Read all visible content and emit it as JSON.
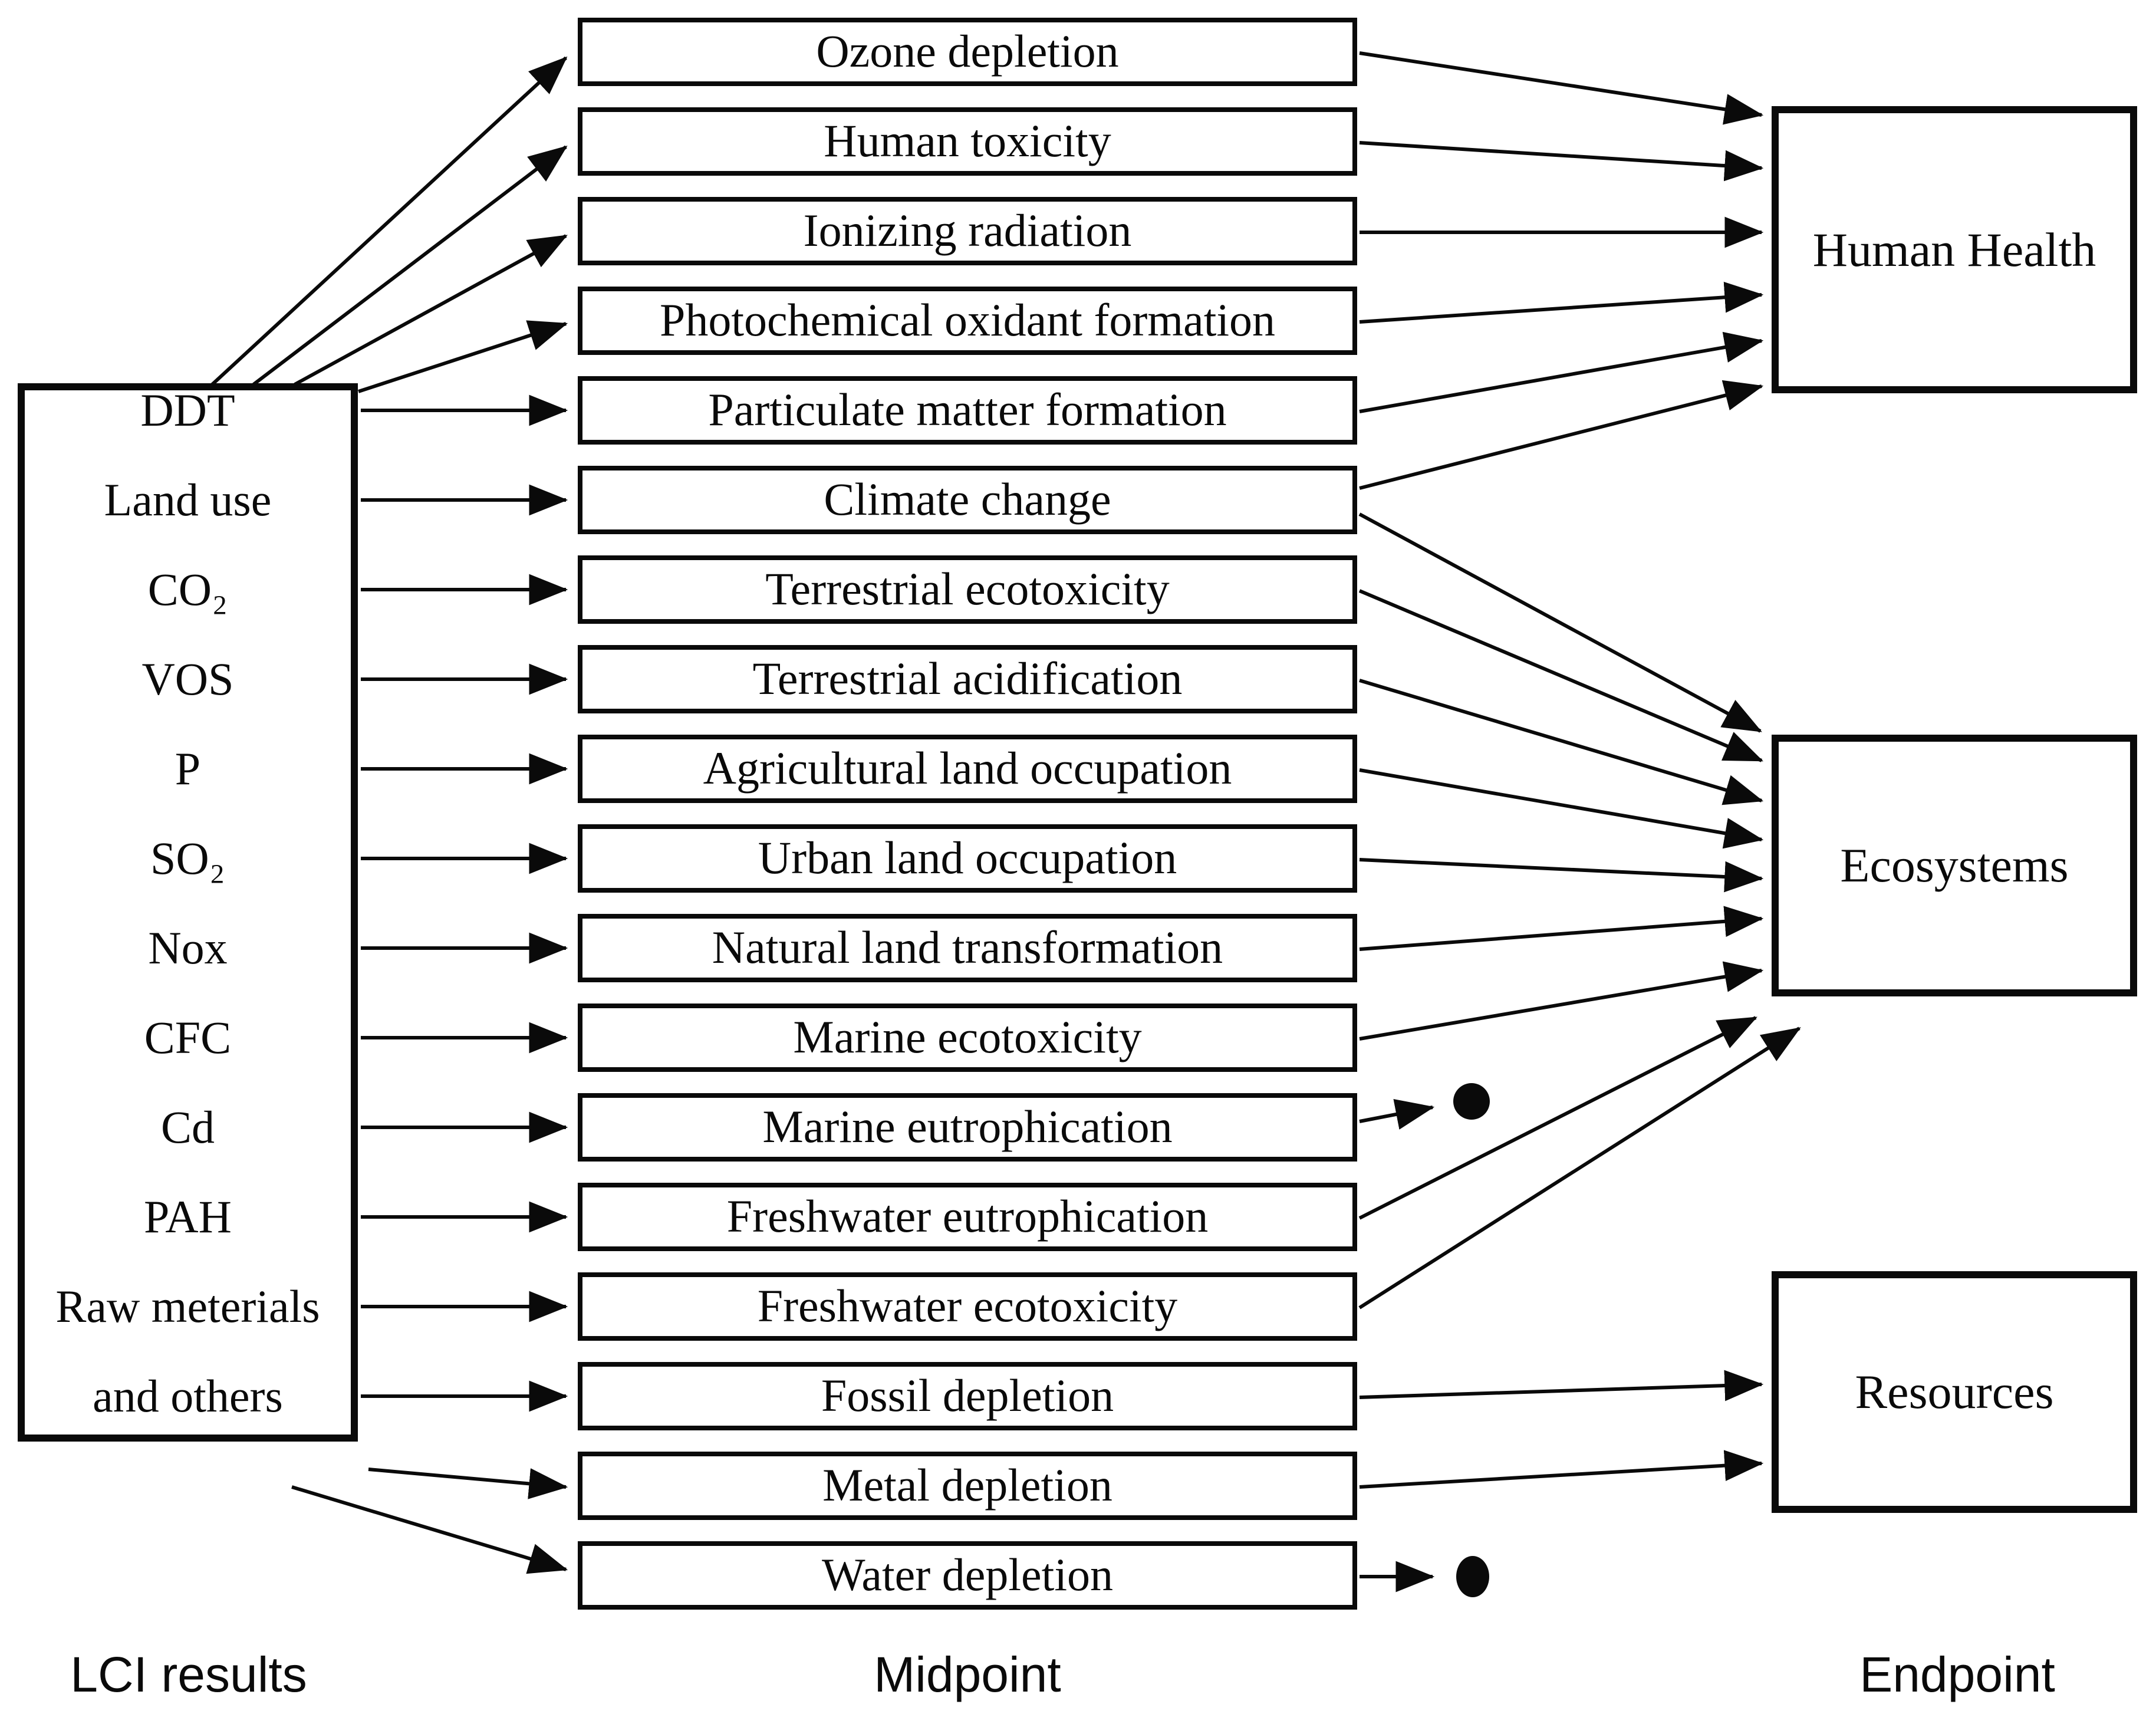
{
  "colors": {
    "ink": "#0a0a0a",
    "background": "#ffffff"
  },
  "lci": {
    "items": [
      "DDT",
      "Land use",
      "CO₂",
      "VOS",
      "P",
      "SO₂",
      "Nox",
      "CFC",
      "Cd",
      "PAH",
      "Raw meterials",
      "and others"
    ]
  },
  "midpoint": {
    "labels": [
      "Ozone depletion",
      "Human toxicity",
      "Ionizing radiation",
      "Photochemical oxidant formation",
      "Particulate matter formation",
      "Climate change",
      "Terrestrial ecotoxicity",
      "Terrestrial acidification",
      "Agricultural land occupation",
      "Urban land occupation",
      "Natural land transformation",
      "Marine ecotoxicity",
      "Marine eutrophication",
      "Freshwater eutrophication",
      "Freshwater ecotoxicity",
      "Fossil depletion",
      "Metal depletion",
      "Water depletion"
    ]
  },
  "endpoint": {
    "labels": [
      "Human Health",
      "Ecosystems",
      "Resources"
    ]
  },
  "footer": {
    "left": "LCI results",
    "middle": "Midpoint",
    "right": "Endpoint"
  },
  "connections": {
    "lci_to_midpoint": [
      "Ozone depletion",
      "Human toxicity",
      "Ionizing radiation",
      "Photochemical oxidant formation",
      "Particulate matter formation",
      "Climate change",
      "Terrestrial ecotoxicity",
      "Terrestrial acidification",
      "Agricultural land occupation",
      "Urban land occupation",
      "Natural land transformation",
      "Marine ecotoxicity",
      "Marine eutrophication",
      "Freshwater eutrophication",
      "Freshwater ecotoxicity",
      "Fossil depletion",
      "Metal depletion",
      "Water depletion"
    ],
    "midpoint_to_endpoint": [
      {
        "from": "Ozone depletion",
        "to": "Human Health"
      },
      {
        "from": "Human toxicity",
        "to": "Human Health"
      },
      {
        "from": "Ionizing radiation",
        "to": "Human Health"
      },
      {
        "from": "Photochemical oxidant formation",
        "to": "Human Health"
      },
      {
        "from": "Particulate matter formation",
        "to": "Human Health"
      },
      {
        "from": "Climate change",
        "to": "Human Health"
      },
      {
        "from": "Climate change",
        "to": "Ecosystems"
      },
      {
        "from": "Terrestrial ecotoxicity",
        "to": "Ecosystems"
      },
      {
        "from": "Terrestrial acidification",
        "to": "Ecosystems"
      },
      {
        "from": "Agricultural land occupation",
        "to": "Ecosystems"
      },
      {
        "from": "Urban land occupation",
        "to": "Ecosystems"
      },
      {
        "from": "Natural land transformation",
        "to": "Ecosystems"
      },
      {
        "from": "Marine ecotoxicity",
        "to": "Ecosystems"
      },
      {
        "from": "Marine eutrophication",
        "to": "dead-end-dot"
      },
      {
        "from": "Freshwater eutrophication",
        "to": "Ecosystems"
      },
      {
        "from": "Freshwater ecotoxicity",
        "to": "Ecosystems"
      },
      {
        "from": "Fossil depletion",
        "to": "Resources"
      },
      {
        "from": "Metal depletion",
        "to": "Resources"
      },
      {
        "from": "Water depletion",
        "to": "dead-end-dot"
      }
    ]
  }
}
